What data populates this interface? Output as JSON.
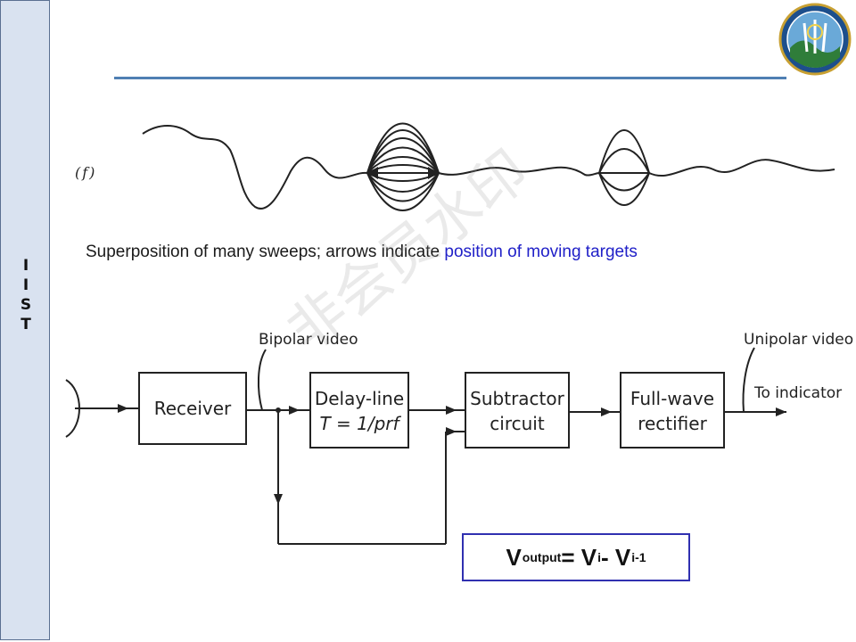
{
  "sidebar": {
    "letters": [
      "I",
      "I",
      "S",
      "T"
    ]
  },
  "figure_label": "(f)",
  "caption": {
    "text": "Superposition of many sweeps; arrows indicate ",
    "highlight": "position of moving targets"
  },
  "diagram": {
    "blocks": {
      "receiver": "Receiver",
      "delay_line_1": "Delay-line",
      "delay_line_2": "T = 1/prf",
      "subtractor_1": "Subtractor",
      "subtractor_2": "circuit",
      "rectifier_1": "Full-wave",
      "rectifier_2": "rectifier"
    },
    "bipolar_label": "Bipolar video",
    "unipolar_label": "Unipolar video",
    "indicator_label": "To indicator"
  },
  "formula": {
    "lhs": "V",
    "lhs_sub": "output",
    "eq": " = V",
    "v_sub": "i",
    "minus": " - V",
    "last_sub": "i-1"
  },
  "watermark": "非会员水印",
  "colors": {
    "sidebar_bg": "#d9e2f0",
    "rule": "#4f7fb3",
    "caption_highlight": "#2020c8",
    "formula_border": "#3030b0"
  }
}
